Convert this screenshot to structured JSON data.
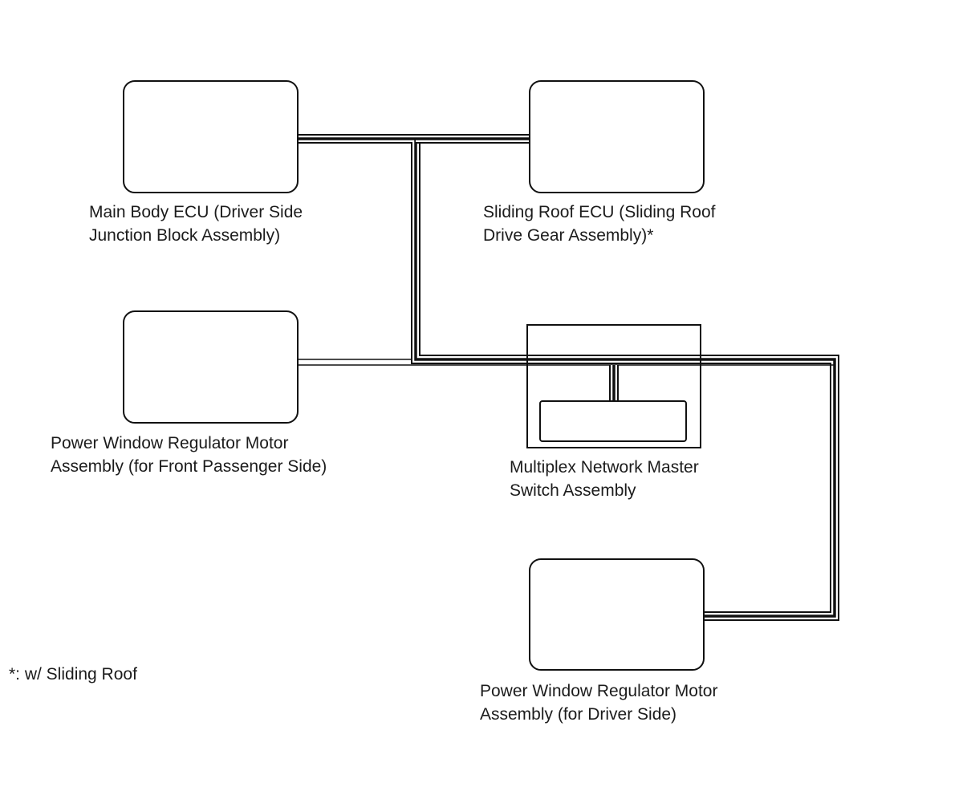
{
  "components": {
    "main_body_ecu": {
      "line1": "Main Body ECU (Driver Side",
      "line2": "Junction Block Assembly)"
    },
    "sliding_roof_ecu": {
      "line1": "Sliding Roof ECU (Sliding Roof",
      "line2": "Drive Gear Assembly)*"
    },
    "pw_front_passenger": {
      "line1": "Power Window Regulator Motor",
      "line2": "Assembly (for Front Passenger Side)"
    },
    "master_switch": {
      "line1": "Multiplex Network Master",
      "line2": "Switch Assembly"
    },
    "pw_driver": {
      "line1": "Power Window Regulator Motor",
      "line2": "Assembly (for Driver Side)"
    }
  },
  "footnote": "*: w/ Sliding Roof",
  "colors": {
    "line": "#111111",
    "background": "#ffffff"
  }
}
